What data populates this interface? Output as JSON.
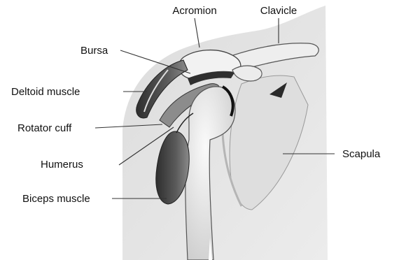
{
  "figure": {
    "labels": {
      "acromion": "Acromion",
      "clavicle": "Clavicle",
      "bursa": "Bursa",
      "deltoid": "Deltoid muscle",
      "rotator_cuff": "Rotator cuff",
      "humerus": "Humerus",
      "biceps": "Biceps muscle",
      "scapula": "Scapula"
    },
    "colors": {
      "body": "#e6e6e6",
      "bone_light": "#f3f3f3",
      "muscle_dark": "#3a3a3a",
      "outline": "#2a2a2a"
    }
  }
}
